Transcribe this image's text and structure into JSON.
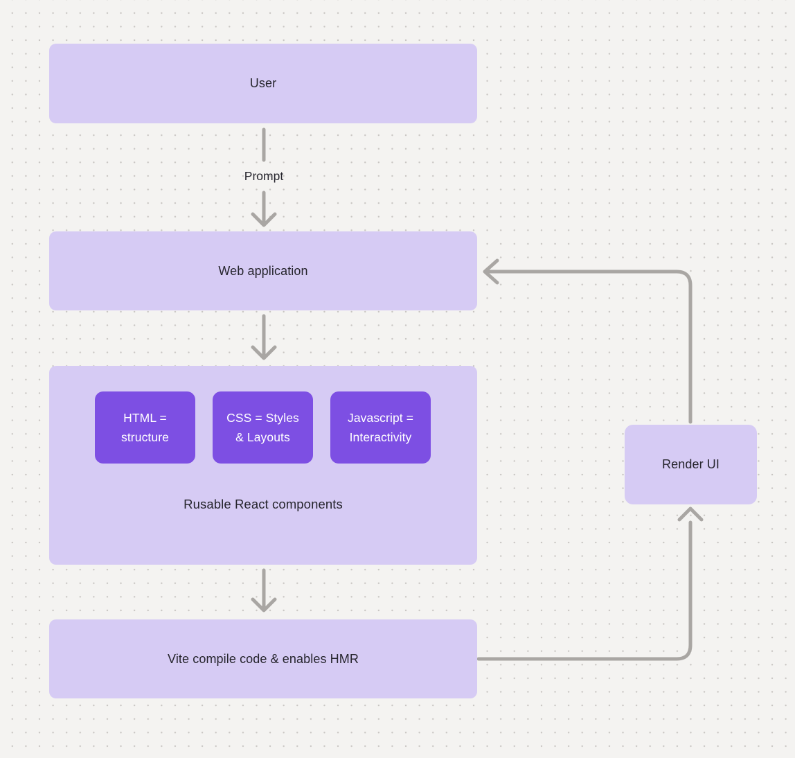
{
  "diagram": {
    "title_hint": "web-app generation flow",
    "colors": {
      "background": "#f4f3f1",
      "dot_grid": "#c8c5c2",
      "node_light_purple": "#d6cbf4",
      "node_dark_purple": "#7d4fe3",
      "arrow_gray": "#a9a6a3",
      "text_dark": "#26252d",
      "text_light": "#ffffff"
    },
    "nodes": {
      "user": {
        "label": "User"
      },
      "web_application": {
        "label": "Web application"
      },
      "components_group": {
        "caption": "Rusable React components",
        "children": [
          {
            "label": "HTML = structure"
          },
          {
            "label": "CSS = Styles & Layouts"
          },
          {
            "label": "Javascript = Interactivity"
          }
        ]
      },
      "vite": {
        "label": "Vite compile code & enables HMR"
      },
      "render_ui": {
        "label": "Render UI"
      }
    },
    "edges": {
      "user_to_webapp_label": "Prompt",
      "list": [
        {
          "from": "user",
          "to": "web_application",
          "label": "Prompt"
        },
        {
          "from": "web_application",
          "to": "components_group",
          "label": ""
        },
        {
          "from": "components_group",
          "to": "vite",
          "label": ""
        },
        {
          "from": "vite",
          "to": "render_ui",
          "label": ""
        },
        {
          "from": "render_ui",
          "to": "web_application",
          "label": ""
        }
      ]
    }
  }
}
